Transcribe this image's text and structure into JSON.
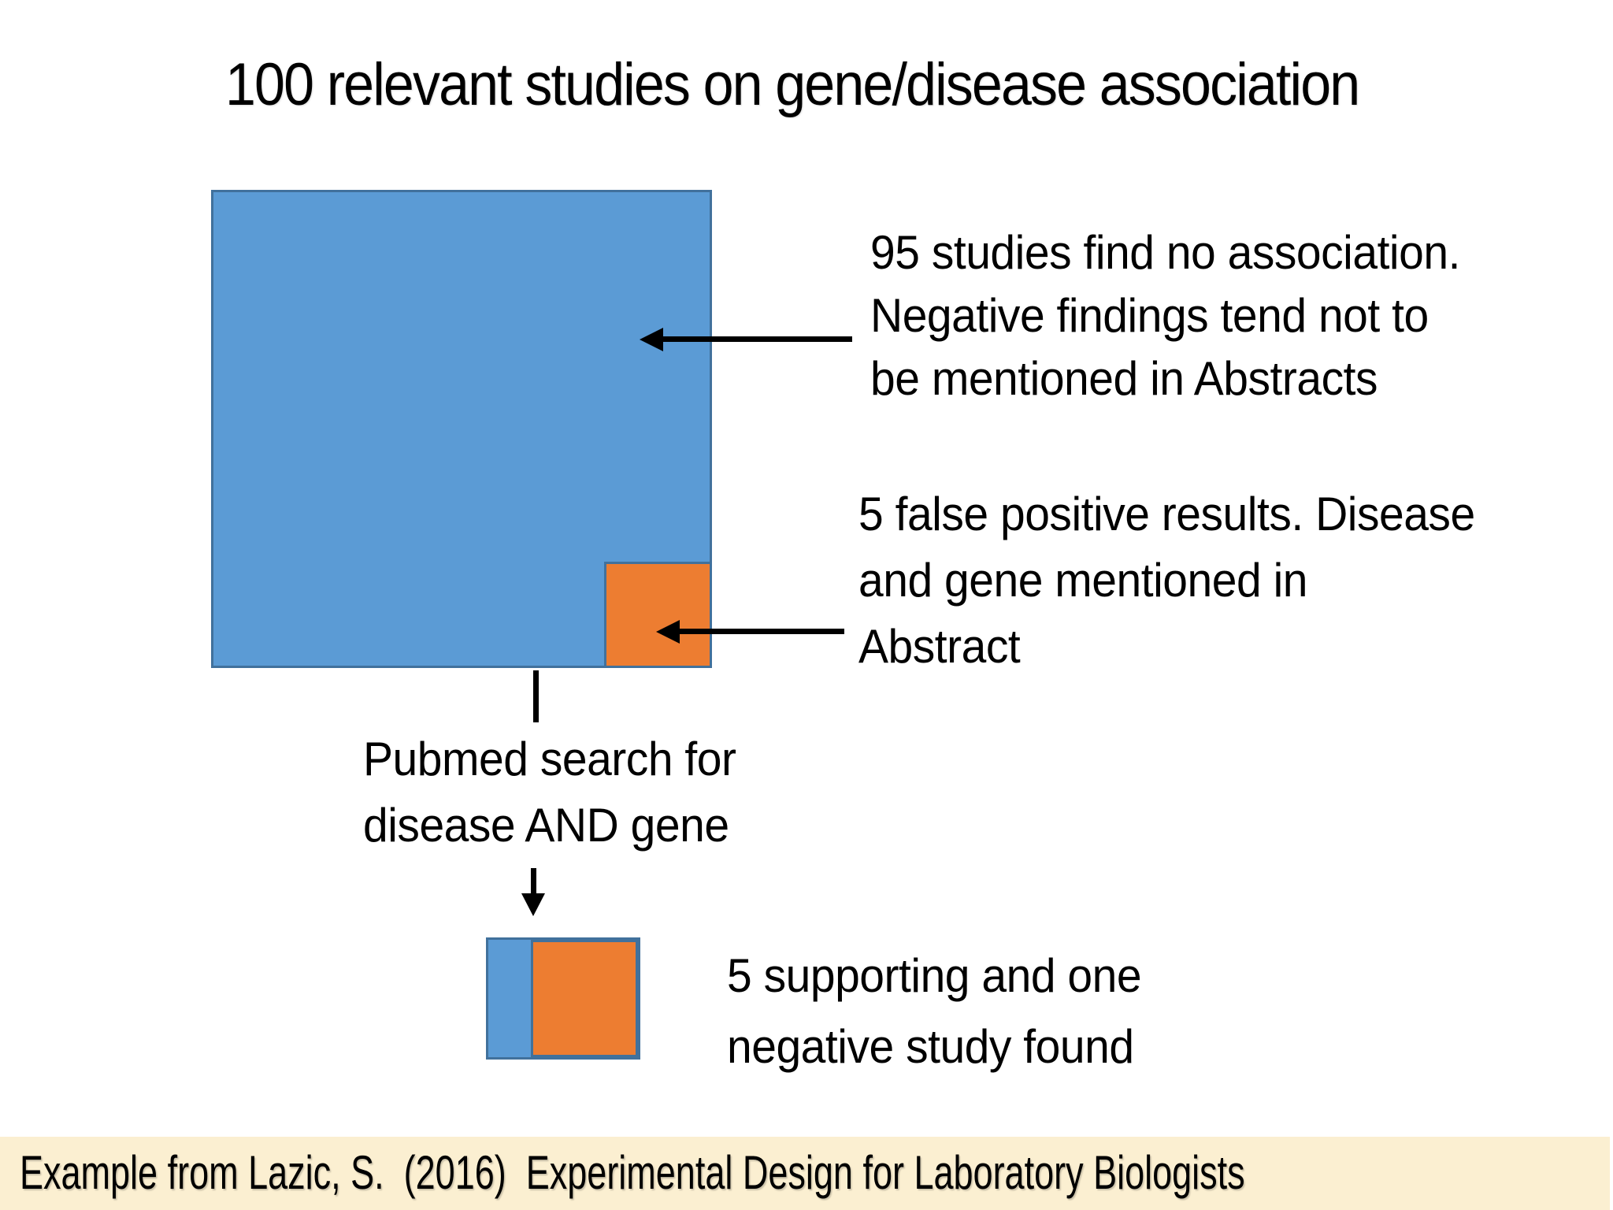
{
  "slide": {
    "title": "100 relevant studies on gene/disease association",
    "background": "#FFFFFF"
  },
  "diagram": {
    "total_studies": 100,
    "no_association_studies": 95,
    "false_positive_studies": 5,
    "search_results": {
      "supporting": 5,
      "negative": 1
    }
  },
  "annotations": {
    "no_association": [
      "95 studies find no association.",
      "Negative findings tend not to",
      "be mentioned in Abstracts"
    ],
    "false_positive": [
      "5 false positive results. Disease",
      "and gene mentioned in",
      "Abstract"
    ],
    "pubmed_search": [
      "Pubmed search for",
      "disease AND gene"
    ],
    "result": [
      "5 supporting and one",
      "negative study found"
    ]
  },
  "footer": {
    "citation": "Example from Lazic, S.  (2016)  Experimental Design for Laboratory Biologists"
  },
  "colors": {
    "blue_fill": "#5B9BD5",
    "blue_border": "#41719C",
    "orange_fill": "#ED7D31",
    "arrow": "#000000",
    "footer_bg": "#FBEFD1",
    "text": "#000000",
    "background": "#FFFFFF"
  }
}
